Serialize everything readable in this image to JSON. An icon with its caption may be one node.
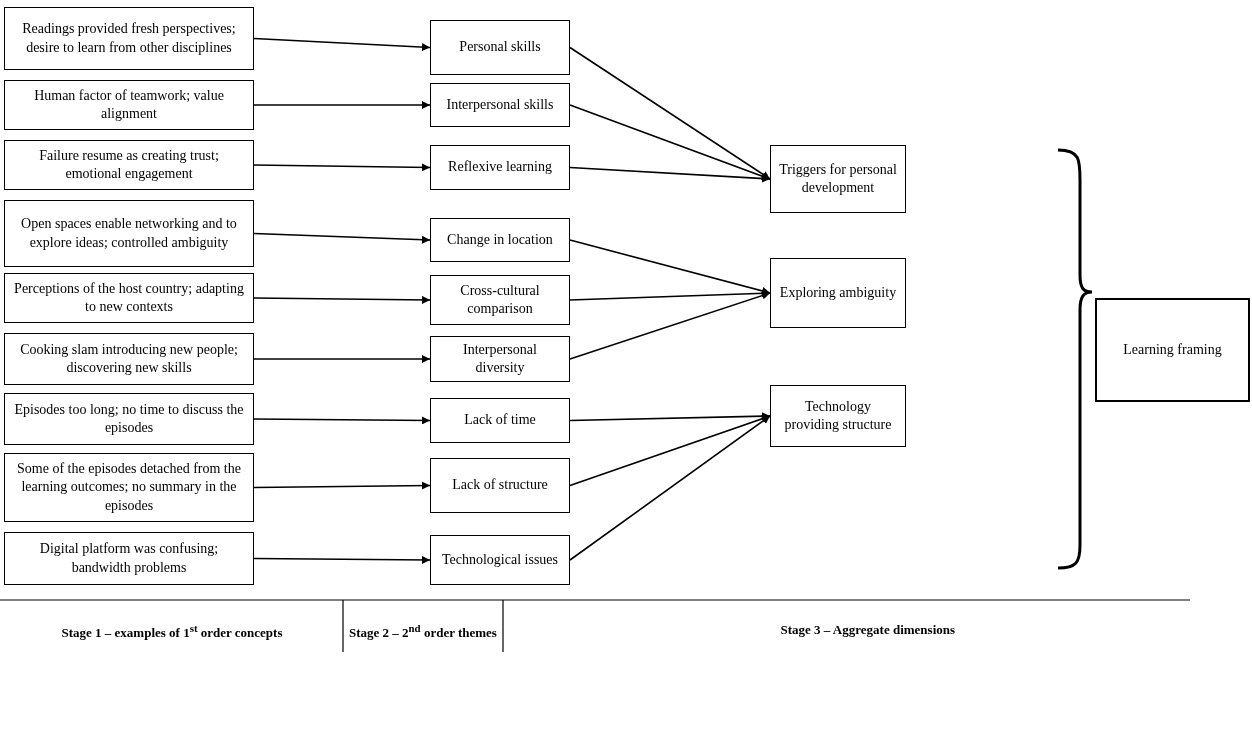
{
  "diagram": {
    "nodes": [
      {
        "text": [
          "Readings provided fresh perspectives; desire to learn from other disciplines"
        ]
      },
      {
        "text": [
          "Human factor of teamwork; value alignment"
        ]
      },
      {
        "text": [
          "Failure resume as creating trust; emotional engagement"
        ]
      },
      {
        "text": [
          "Open spaces enable networking and to explore ideas; controlled ambiguity"
        ]
      },
      {
        "text": [
          "Perceptions of the host country; adapting to new contexts"
        ]
      },
      {
        "text": [
          "Cooking slam introducing new people; discovering new skills"
        ]
      },
      {
        "text": [
          "Episodes too long; no time to discuss the episodes"
        ]
      },
      {
        "text": [
          "Some of the episodes detached from the learning outcomes; no summary in the episodes"
        ]
      },
      {
        "text": [
          "Digital platform was confusing; bandwidth problems"
        ]
      },
      {
        "text": [
          "Personal skills"
        ]
      },
      {
        "text": [
          "Interpersonal skills"
        ]
      },
      {
        "text": [
          "Reflexive learning"
        ]
      },
      {
        "text": [
          "Change in location"
        ]
      },
      {
        "text": [
          "Cross-cultural comparison"
        ]
      },
      {
        "text": [
          "Interpersonal diversity"
        ]
      },
      {
        "text": [
          "Lack of time"
        ]
      },
      {
        "text": [
          "Lack of structure"
        ]
      },
      {
        "text": [
          "Technological issues"
        ]
      },
      {
        "text": [
          "Triggers for personal development"
        ]
      },
      {
        "text": [
          "Exploring ambiguity"
        ]
      },
      {
        "text": [
          "Technology providing structure"
        ]
      },
      {
        "text": [
          "Learning framing"
        ]
      }
    ],
    "edges": [
      {
        "from": 0,
        "to": 9,
        "arrow": "to"
      },
      {
        "from": 1,
        "to": 10,
        "arrow": "to"
      },
      {
        "from": 2,
        "to": 11,
        "arrow": "to"
      },
      {
        "from": 3,
        "to": 12,
        "arrow": "to"
      },
      {
        "from": 4,
        "to": 13,
        "arrow": "to"
      },
      {
        "from": 5,
        "to": 14,
        "arrow": "to"
      },
      {
        "from": 6,
        "to": 15,
        "arrow": "to"
      },
      {
        "from": 7,
        "to": 16,
        "arrow": "to"
      },
      {
        "from": 8,
        "to": 17,
        "arrow": "to"
      },
      {
        "from": 9,
        "to": 18,
        "arrow": "to"
      },
      {
        "from": 10,
        "to": 18,
        "arrow": "to"
      },
      {
        "from": 11,
        "to": 18,
        "arrow": "to"
      },
      {
        "from": 12,
        "to": 19,
        "arrow": "to"
      },
      {
        "from": 13,
        "to": 19,
        "arrow": "to"
      },
      {
        "from": 14,
        "to": 19,
        "arrow": "to"
      },
      {
        "from": 15,
        "to": 20,
        "arrow": "to"
      },
      {
        "from": 16,
        "to": 20,
        "arrow": "to"
      },
      {
        "from": 17,
        "to": 20,
        "arrow": "to"
      }
    ],
    "labels": [
      "Stage 1 – examples of 1$^{st}$ order concepts",
      "Stage 2 – 2$^{nd}$ order themes",
      "Stage 3 – Aggregate dimensions"
    ]
  }
}
